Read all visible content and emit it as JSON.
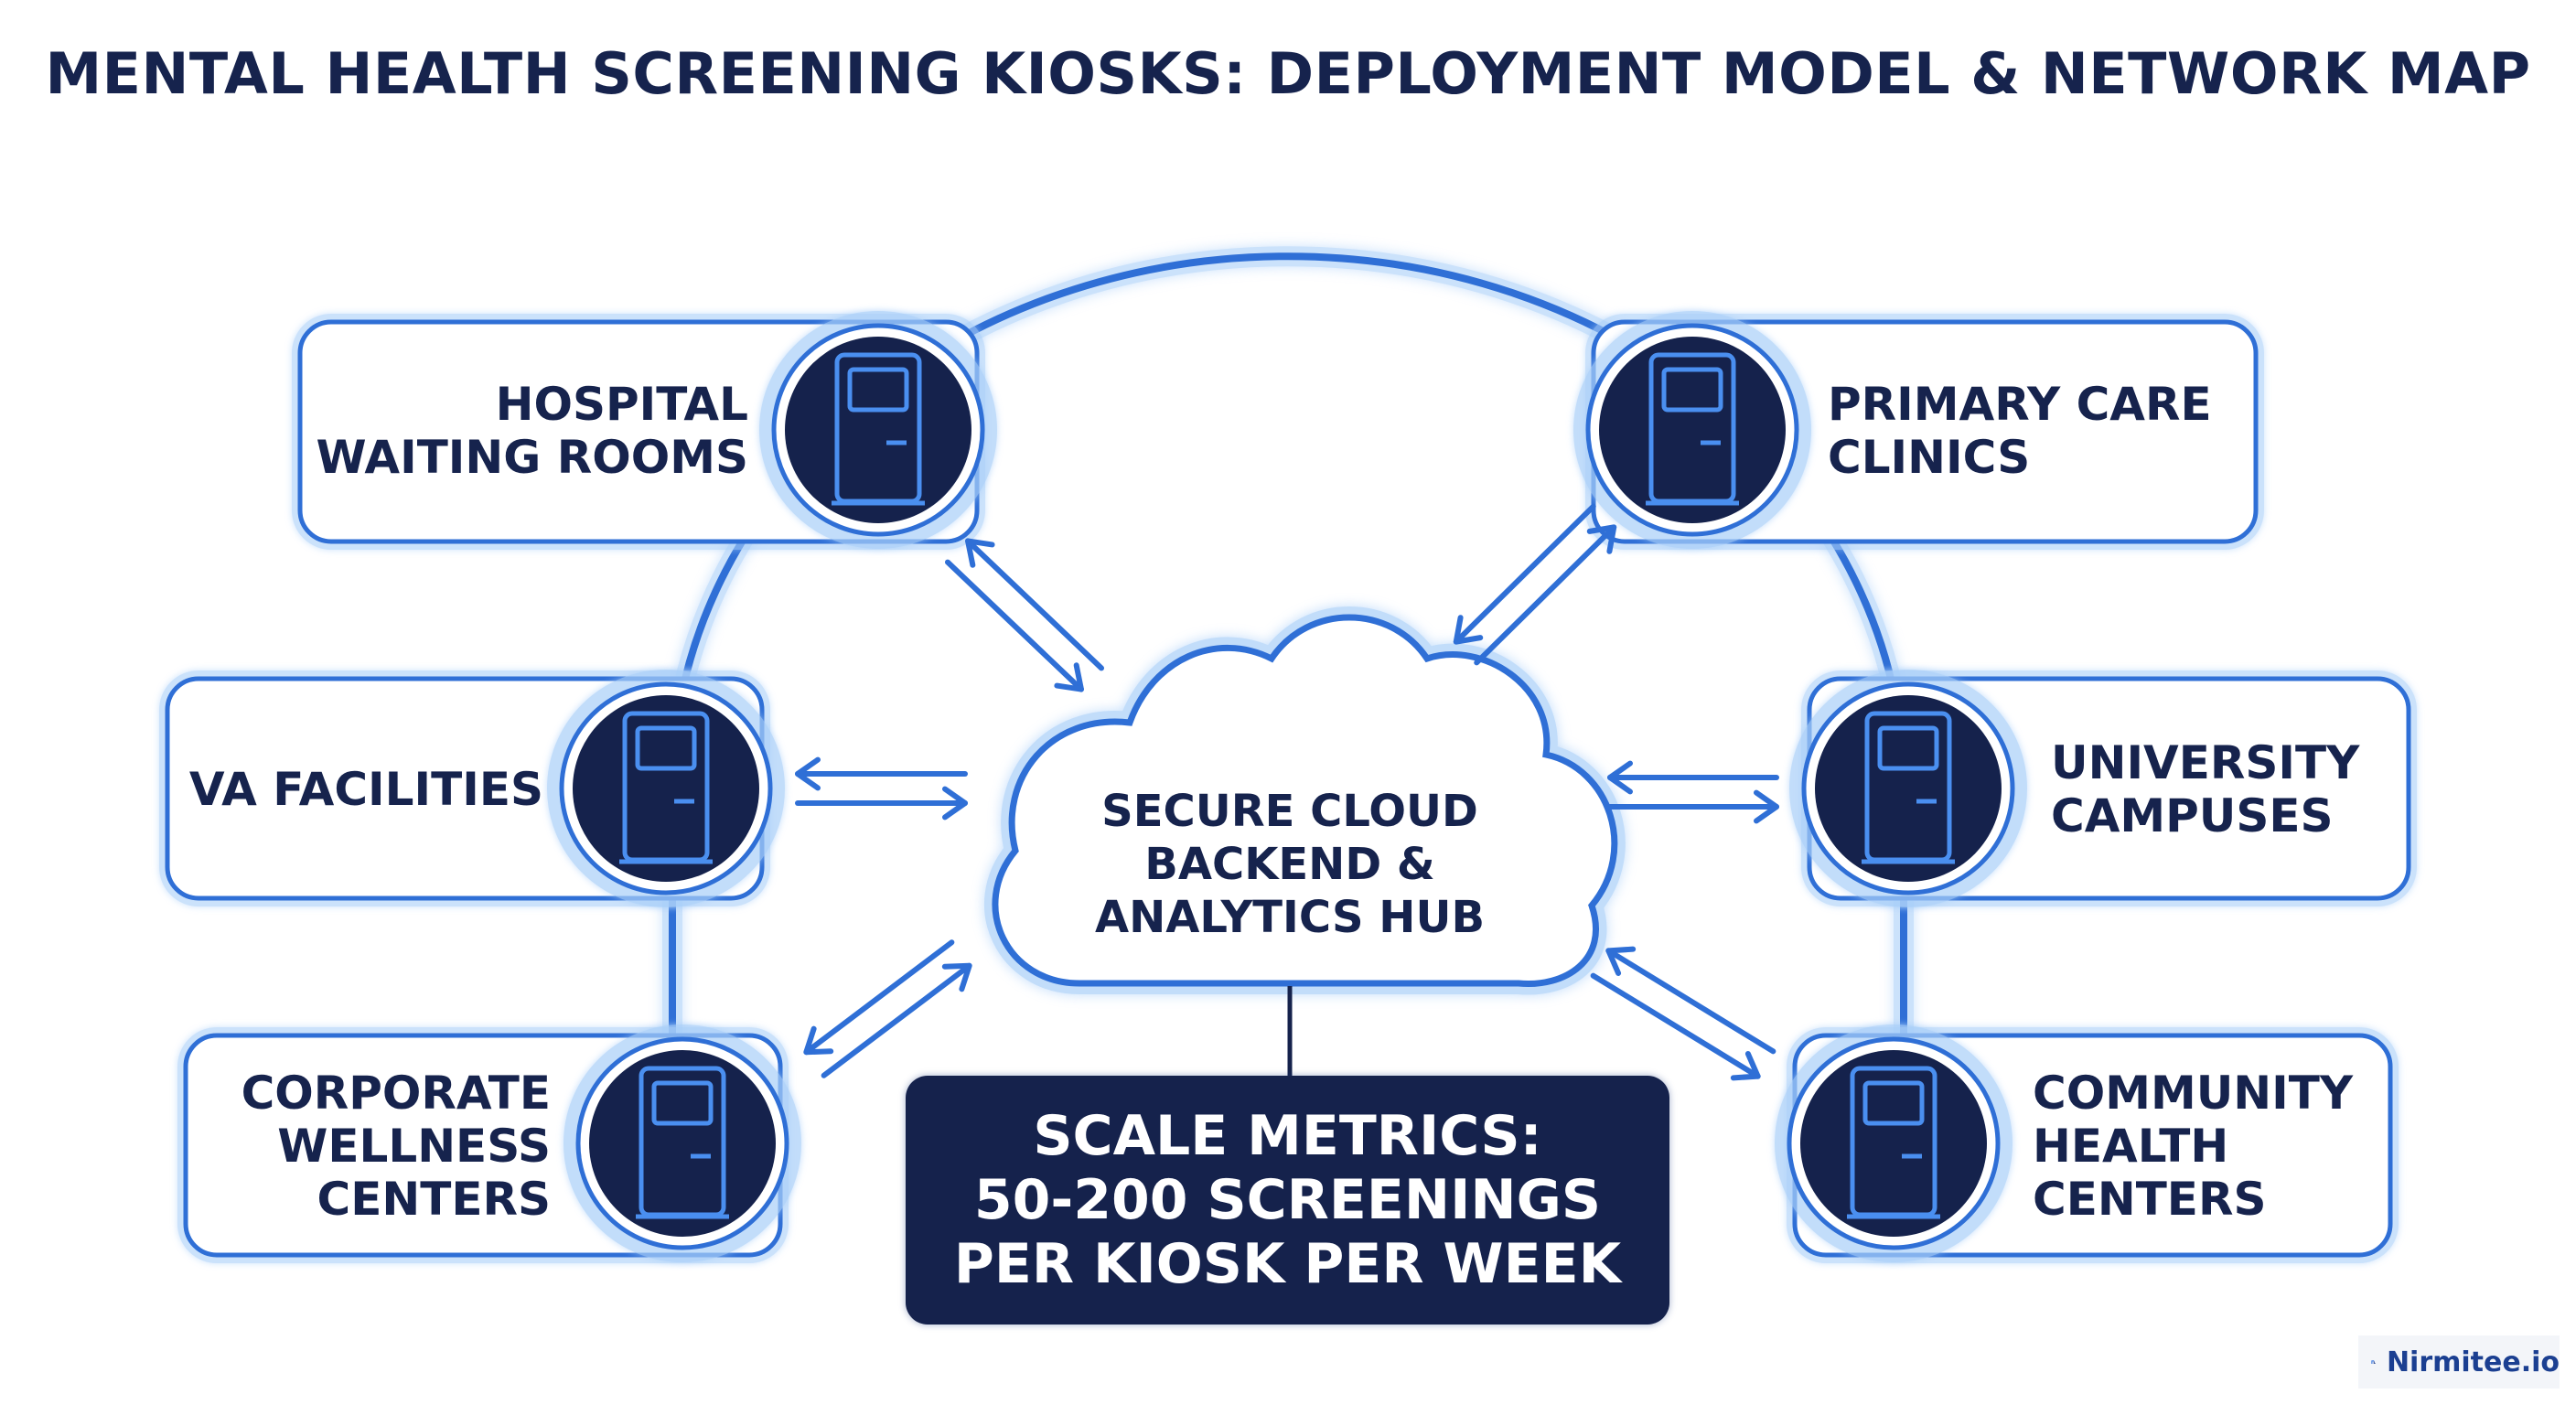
{
  "title": "MENTAL HEALTH SCREENING KIOSKS: DEPLOYMENT MODEL & NETWORK MAP",
  "hub": {
    "lines": [
      "SECURE CLOUD",
      "BACKEND &",
      "ANALYTICS HUB"
    ]
  },
  "nodes": [
    {
      "id": "hospital",
      "lines": [
        "HOSPITAL",
        "WAITING ROOMS"
      ]
    },
    {
      "id": "primary-care",
      "lines": [
        "PRIMARY CARE",
        "CLINICS"
      ]
    },
    {
      "id": "va",
      "lines": [
        "VA FACILITIES"
      ]
    },
    {
      "id": "university",
      "lines": [
        "UNIVERSITY",
        "CAMPUSES"
      ]
    },
    {
      "id": "corporate",
      "lines": [
        "CORPORATE",
        "WELLNESS",
        "CENTERS"
      ]
    },
    {
      "id": "community",
      "lines": [
        "COMMUNITY",
        "HEALTH",
        "CENTERS"
      ]
    }
  ],
  "metrics": {
    "lines": [
      "SCALE METRICS:",
      "50-200 SCREENINGS",
      "PER KIOSK PER WEEK"
    ]
  },
  "brand": {
    "name": "Nirmitee.io"
  },
  "colors": {
    "navy": "#15224c",
    "accent_blue": "#2f6fd6",
    "glow": "#8fc1ff"
  },
  "icons": [
    "kiosk-icon",
    "cloud-icon",
    "bidirectional-arrow-icon"
  ]
}
